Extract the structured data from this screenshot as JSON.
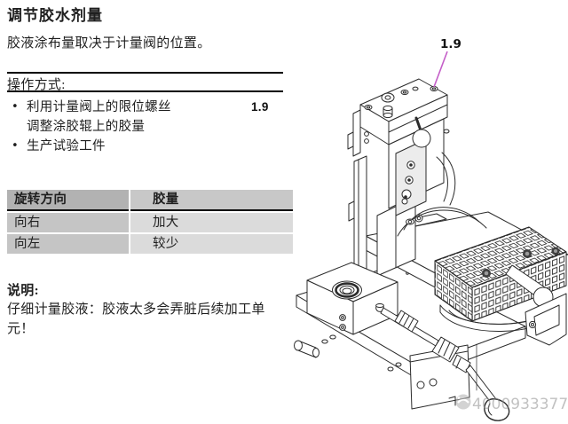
{
  "colors": {
    "text": "#1f1f1f",
    "rule": "#000000",
    "table_header_left_bg": "#b2b2b2",
    "table_header_right_bg": "#c8c8c8",
    "table_cell_left_bg": "#c5c5c5",
    "table_cell_right_bg": "#dbdbdb",
    "drawing_line": "#2b2b2b",
    "leader_line": "#c45ec8",
    "watermark": "#8f8f8f"
  },
  "doc": {
    "title": "调节胶水剂量",
    "intro": "胶液涂布量取决于计量阀的位置。",
    "operation_heading": "操作方式:",
    "bullet_glyph": "•",
    "bullets": [
      {
        "line1": "利用计量阀上的限位螺丝",
        "line2": "调整涂胶辊上的胶量",
        "ref": "1.9"
      },
      {
        "line1": "生产试验工件",
        "line2": "",
        "ref": ""
      }
    ],
    "table": {
      "headers": [
        "旋转方向",
        "胶量"
      ],
      "rows": [
        [
          "向右",
          "加大"
        ],
        [
          "向左",
          "较少"
        ]
      ]
    },
    "note_heading": "说明:",
    "note_body": "仔细计量胶液：胶液太多会弄脏后续加工单元！"
  },
  "figure": {
    "callout": "1.9",
    "watermark_phone": "4000933377"
  }
}
